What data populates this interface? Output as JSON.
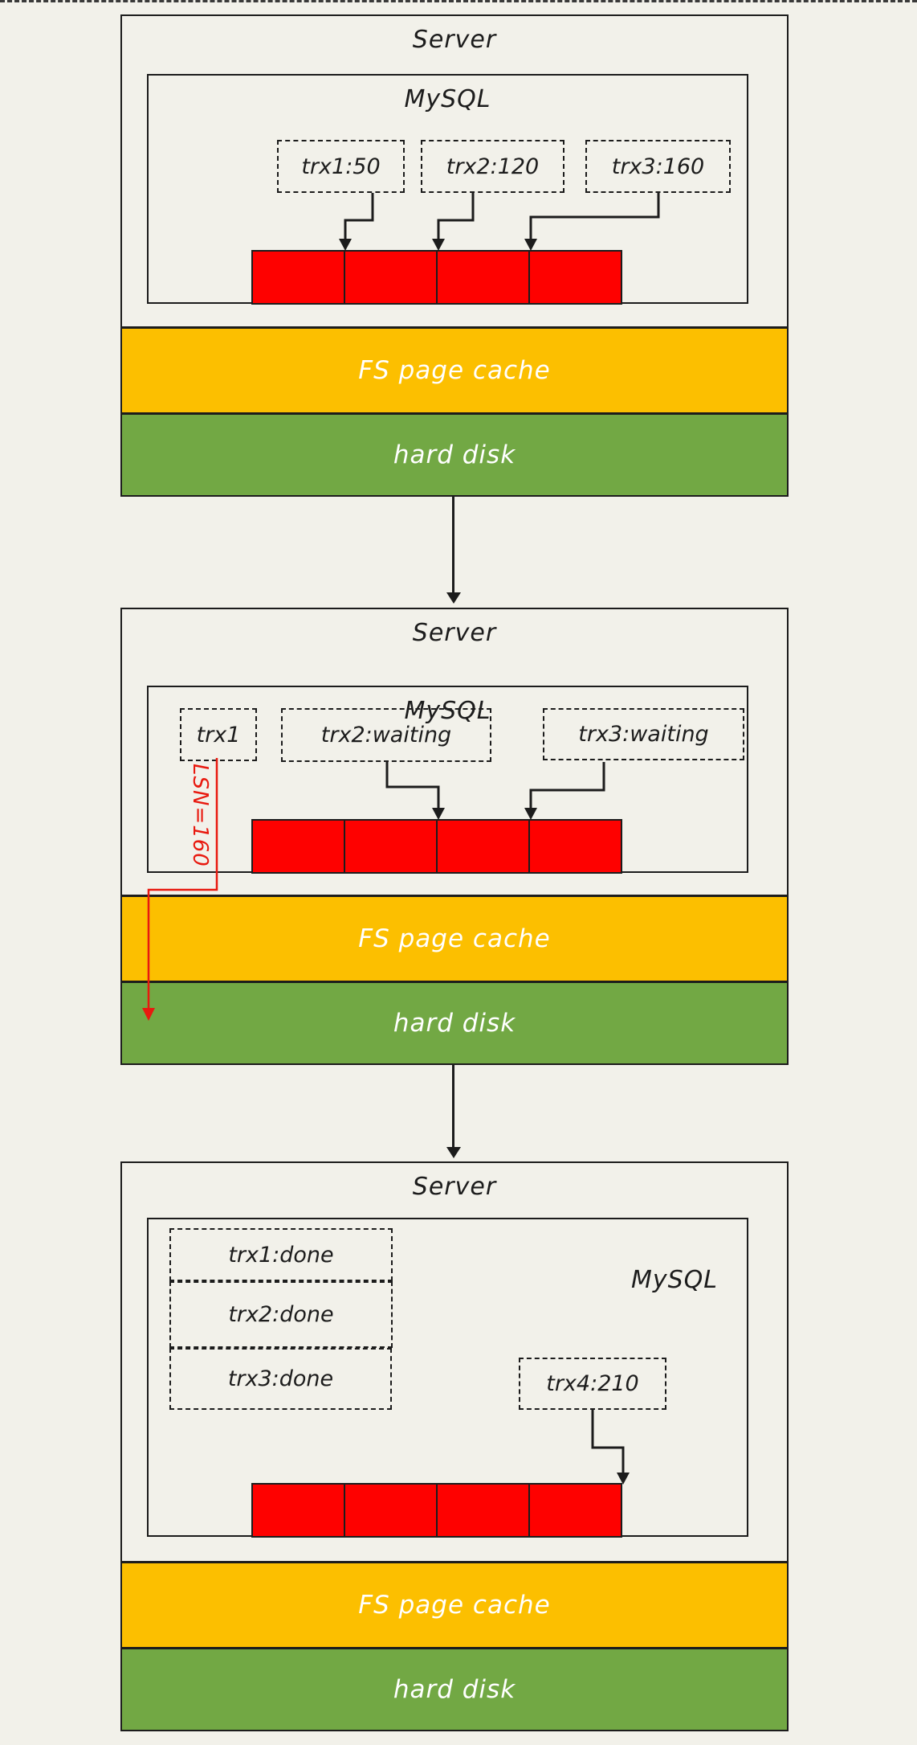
{
  "diagram": {
    "description": "Three-stage MySQL redo log commit flow diagram",
    "colors": {
      "background": "#F2F1EA",
      "fs_cache_yellow": "#FCBF00",
      "hard_disk_green": "#72A844",
      "log_buffer_red": "#FE0100",
      "annotation_red": "#E8190F",
      "line_black": "#1C1C1C"
    }
  },
  "panels": [
    {
      "server_label": "Server",
      "mysql_label": "MySQL",
      "transactions": [
        {
          "label": "trx1:50"
        },
        {
          "label": "trx2:120"
        },
        {
          "label": "trx3:160"
        }
      ],
      "log_buffer_segments": 4,
      "fs_cache_label": "FS page cache",
      "disk_label": "hard disk"
    },
    {
      "server_label": "Server",
      "mysql_label": "MySQL",
      "transactions": [
        {
          "label": "trx1"
        },
        {
          "label": "trx2:waiting"
        },
        {
          "label": "trx3:waiting"
        }
      ],
      "annotation": {
        "label": "LSN=160"
      },
      "log_buffer_segments": 4,
      "fs_cache_label": "FS page cache",
      "disk_label": "hard disk"
    },
    {
      "server_label": "Server",
      "mysql_label": "MySQL",
      "transactions": [
        {
          "label": "trx1:done"
        },
        {
          "label": "trx2:done"
        },
        {
          "label": "trx3:done"
        },
        {
          "label": "trx4:210"
        }
      ],
      "log_buffer_segments": 4,
      "fs_cache_label": "FS page cache",
      "disk_label": "hard disk"
    }
  ]
}
